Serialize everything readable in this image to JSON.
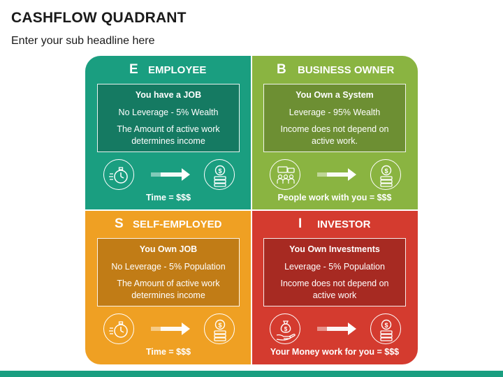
{
  "slide": {
    "title": "CASHFLOW QUADRANT",
    "subtitle": "Enter your sub headline here"
  },
  "quadrants": {
    "e": {
      "letter": "E",
      "role": "EMPLOYEE",
      "line1": "You have a JOB",
      "line2": "No Leverage - 5% Wealth",
      "line3": "The Amount of active work determines income",
      "footer": "Time = $$$",
      "left_icon": "stopwatch-icon",
      "right_icon": "money-stack-icon",
      "color": "#1a9e80"
    },
    "b": {
      "letter": "B",
      "role": "BUSINESS OWNER",
      "line1": "You Own a System",
      "line2": "Leverage - 95% Wealth",
      "line3": "Income does not depend on active work.",
      "footer": "People work with you = $$$",
      "left_icon": "team-meeting-icon",
      "right_icon": "money-stack-icon",
      "color": "#8ab441"
    },
    "s": {
      "letter": "S",
      "role": "SELF-EMPLOYED",
      "line1": "You Own JOB",
      "line2": "No Leverage - 5% Population",
      "line3": "The Amount of active work determines income",
      "footer": "Time = $$$",
      "left_icon": "stopwatch-icon",
      "right_icon": "money-stack-icon",
      "color": "#efa023"
    },
    "i": {
      "letter": "I",
      "role": "INVESTOR",
      "line1": "You Own Investments",
      "line2": "Leverage - 5% Population",
      "line3": "Income does not depend on active work",
      "footer": "Your Money work for you = $$$",
      "left_icon": "money-bag-hand-icon",
      "right_icon": "money-stack-icon",
      "color": "#d43b2f"
    }
  }
}
